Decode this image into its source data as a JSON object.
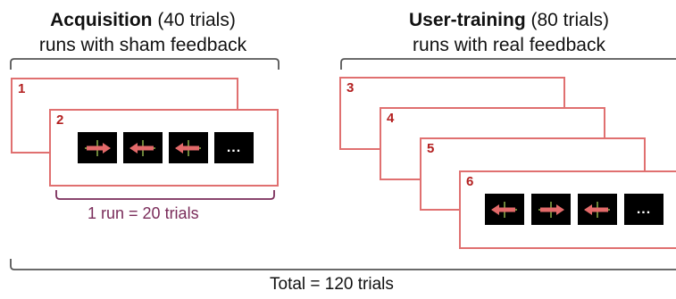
{
  "acquisition": {
    "title_bold": "Acquisition",
    "title_rest": " (40 trials)",
    "subtitle": "runs with sham feedback",
    "panels": [
      "1",
      "2"
    ],
    "run_label": "1 run = 20 trials",
    "trials": [
      "arrow-right-icon",
      "arrow-left-icon",
      "arrow-left-icon",
      "..."
    ]
  },
  "user_training": {
    "title_bold": "User-training",
    "title_rest": " (80 trials)",
    "subtitle": "runs with real feedback",
    "panels": [
      "3",
      "4",
      "5",
      "6"
    ],
    "trials": [
      "arrow-left-icon",
      "arrow-right-icon",
      "arrow-left-icon",
      "..."
    ]
  },
  "total_label": "Total = 120 trials",
  "colors": {
    "panel_border": "#e07070",
    "panel_number": "#b32020",
    "arrow": "#e36a6a",
    "cross": "#8fb04a",
    "run_label": "#7a2c5a",
    "brace": "#555555"
  }
}
